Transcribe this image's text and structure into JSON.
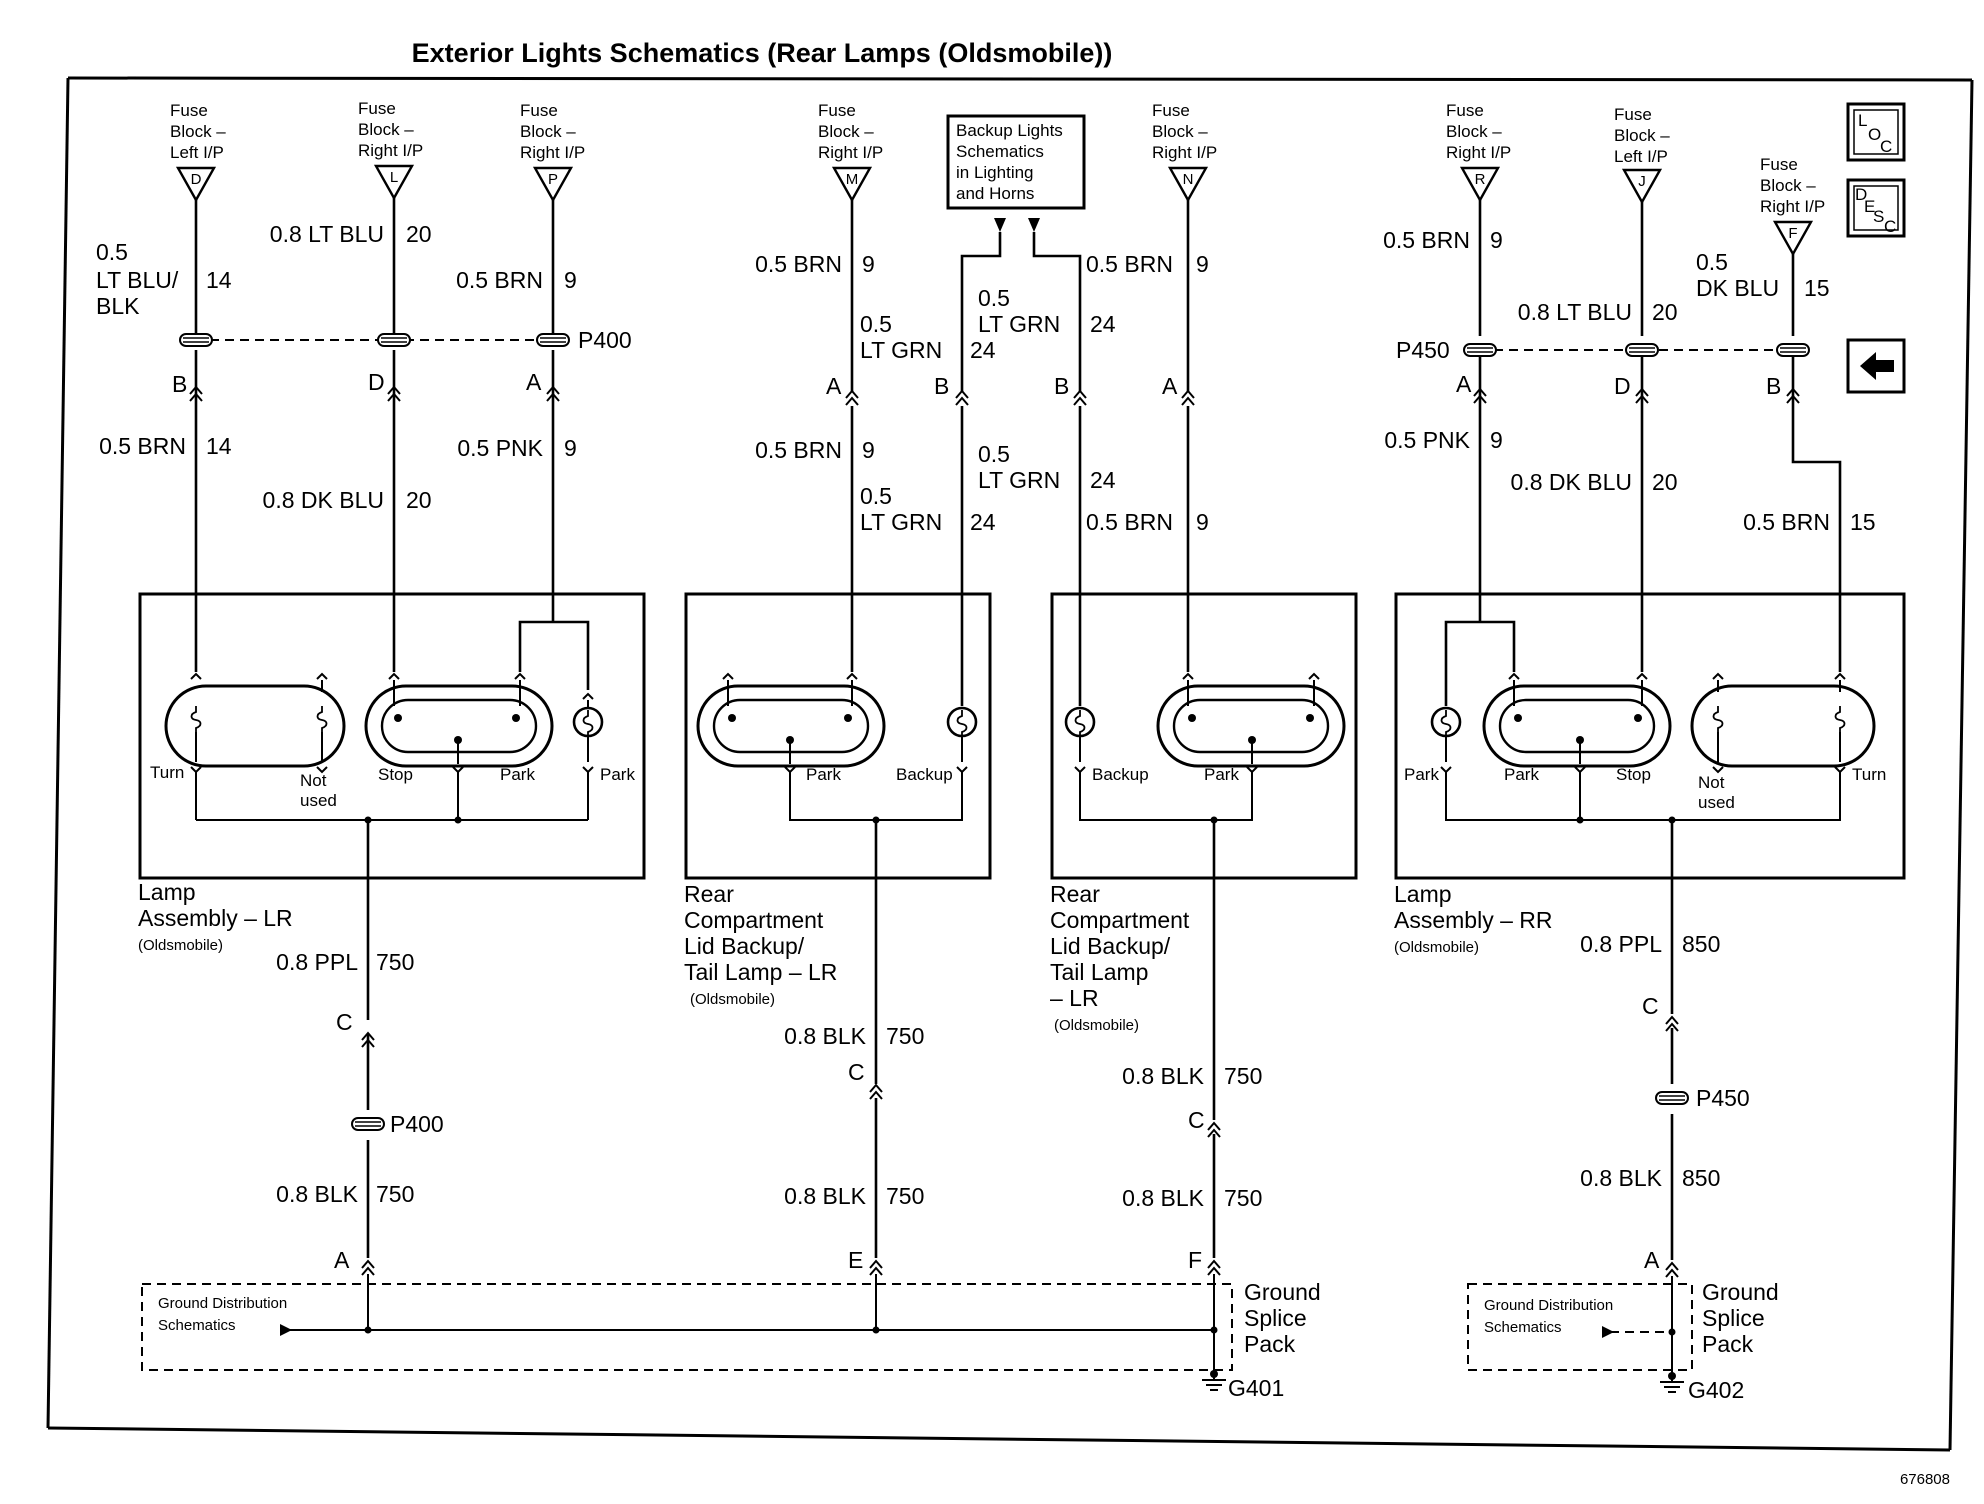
{
  "title": "Exterior Lights Schematics (Rear Lamps (Oldsmobile))",
  "figure_number": "676808",
  "nav_icons": {
    "loc": {
      "l1": "L",
      "l2": "O",
      "l3": "C"
    },
    "desc": {
      "l1": "D",
      "l2": "E",
      "l3": "S",
      "l4": "C"
    },
    "back_arrow": "back-arrow-icon"
  },
  "fuses": [
    {
      "l1": "Fuse",
      "l2": "Block –",
      "l3": "Left I/P",
      "pin": "D"
    },
    {
      "l1": "Fuse",
      "l2": "Block –",
      "l3": "Right I/P",
      "pin": "L"
    },
    {
      "l1": "Fuse",
      "l2": "Block –",
      "l3": "Right I/P",
      "pin": "P"
    },
    {
      "l1": "Fuse",
      "l2": "Block –",
      "l3": "Right I/P",
      "pin": "M"
    },
    {
      "l1": "Fuse",
      "l2": "Block –",
      "l3": "Right I/P",
      "pin": "N"
    },
    {
      "l1": "Fuse",
      "l2": "Block –",
      "l3": "Right I/P",
      "pin": "R"
    },
    {
      "l1": "Fuse",
      "l2": "Block –",
      "l3": "Left I/P",
      "pin": "J"
    },
    {
      "l1": "Fuse",
      "l2": "Block –",
      "l3": "Right I/P",
      "pin": "F"
    }
  ],
  "ref_box": {
    "l1": "Backup Lights",
    "l2": "Schematics",
    "l3": "in Lighting",
    "l4": "and Horns"
  },
  "wires": {
    "w1": {
      "l1": "0.5",
      "l2": "LT BLU/",
      "l3": "BLK",
      "ckt": "14"
    },
    "w2": {
      "label": "0.8 LT BLU",
      "ckt": "20"
    },
    "w3": {
      "label": "0.5 BRN",
      "ckt": "9"
    },
    "w4": {
      "label": "0.5 BRN",
      "ckt": "14"
    },
    "w5": {
      "label": "0.8 DK BLU",
      "ckt": "20"
    },
    "w6": {
      "label": "0.5 PNK",
      "ckt": "9"
    },
    "w7": {
      "label": "0.5 BRN",
      "ckt": "9"
    },
    "w8": {
      "l1": "0.5",
      "l2": "LT GRN",
      "ckt": "24"
    },
    "w9": {
      "l1": "0.5",
      "l2": "LT GRN",
      "ckt": "24"
    },
    "w10": {
      "label": "0.5 BRN",
      "ckt": "9"
    },
    "w11": {
      "label": "0.5 BRN",
      "ckt": "9"
    },
    "w12": {
      "l1": "0.5",
      "l2": "LT GRN",
      "ckt": "24"
    },
    "w13": {
      "l1": "0.5",
      "l2": "LT GRN",
      "ckt": "24"
    },
    "w14": {
      "label": "0.5 BRN",
      "ckt": "9"
    },
    "w15": {
      "label": "0.5 BRN",
      "ckt": "9"
    },
    "w16": {
      "label": "0.8 LT BLU",
      "ckt": "20"
    },
    "w17": {
      "l1": "0.5",
      "l2": "DK BLU",
      "ckt": "15"
    },
    "w18": {
      "label": "0.5 PNK",
      "ckt": "9"
    },
    "w19": {
      "label": "0.8 DK BLU",
      "ckt": "20"
    },
    "w20": {
      "label": "0.5 BRN",
      "ckt": "15"
    },
    "w21": {
      "label": "0.8 PPL",
      "ckt": "750"
    },
    "w22": {
      "label": "0.8 BLK",
      "ckt": "750"
    },
    "w23": {
      "label": "0.8 BLK",
      "ckt": "750"
    },
    "w24": {
      "label": "0.8 BLK",
      "ckt": "750"
    },
    "w25": {
      "label": "0.8 BLK",
      "ckt": "750"
    },
    "w26": {
      "label": "0.8 BLK",
      "ckt": "750"
    },
    "w27": {
      "label": "0.8 PPL",
      "ckt": "850"
    },
    "w28": {
      "label": "0.8 BLK",
      "ckt": "850"
    }
  },
  "connectors": {
    "p400": "P400",
    "p450": "P450",
    "pin_b": "B",
    "pin_d": "D",
    "pin_a": "A",
    "pin_c": "C",
    "pin_e": "E",
    "pin_f": "F"
  },
  "lamps": {
    "turn": "Turn",
    "not": "Not",
    "used": "used",
    "stop": "Stop",
    "park": "Park",
    "backup": "Backup"
  },
  "components": {
    "lr": {
      "l1": "Lamp",
      "l2": "Assembly – LR",
      "l3": "(Oldsmobile)"
    },
    "lid_lr1": {
      "l1": "Rear",
      "l2": "Compartment",
      "l3": "Lid Backup/",
      "l4": "Tail Lamp – LR",
      "l5": "(Oldsmobile)"
    },
    "lid_lr2": {
      "l1": "Rear",
      "l2": "Compartment",
      "l3": "Lid Backup/",
      "l4": "Tail Lamp",
      "l5": "– LR",
      "l6": "(Oldsmobile)"
    },
    "rr": {
      "l1": "Lamp",
      "l2": "Assembly – RR",
      "l3": "(Oldsmobile)"
    }
  },
  "ground": {
    "gd1": "Ground Distribution",
    "gd2": "Schematics",
    "gsp1": "Ground",
    "gsp2": "Splice",
    "gsp3": "Pack",
    "g401": "G401",
    "g402": "G402"
  }
}
